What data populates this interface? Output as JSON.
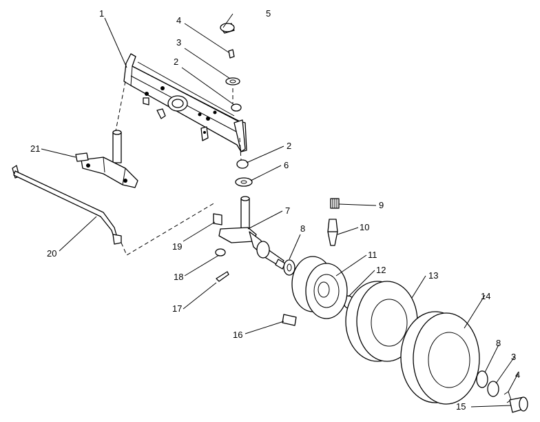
{
  "callouts": {
    "c1": "1",
    "c2a": "2",
    "c2b": "2",
    "c3a": "3",
    "c3b": "3",
    "c4a": "4",
    "c4b": "4",
    "c5": "5",
    "c6": "6",
    "c7": "7",
    "c8a": "8",
    "c8b": "8",
    "c9": "9",
    "c10": "10",
    "c11": "11",
    "c12": "12",
    "c13": "13",
    "c14": "14",
    "c15": "15",
    "c16": "16",
    "c17": "17",
    "c18": "18",
    "c19": "19",
    "c20": "20",
    "c21": "21"
  }
}
